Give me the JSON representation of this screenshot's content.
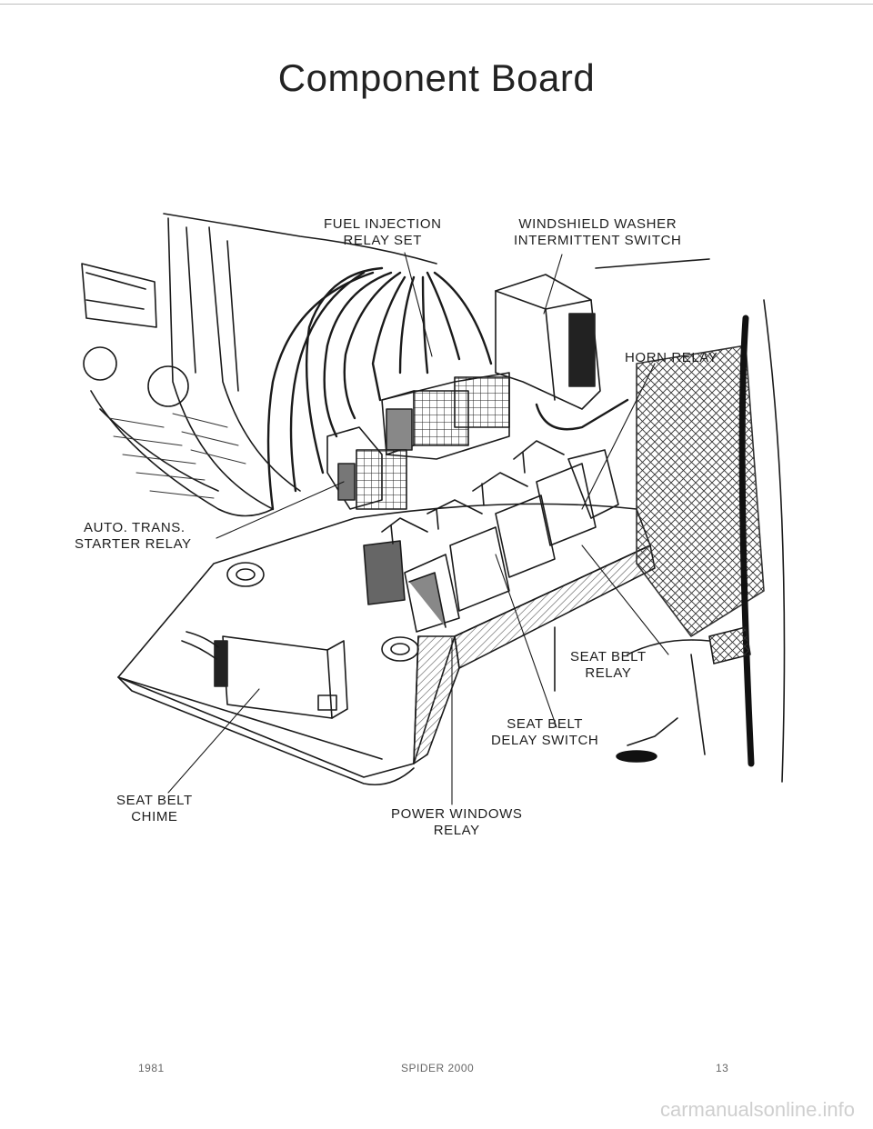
{
  "page": {
    "title": "Component Board"
  },
  "labels": {
    "fuel_injection": [
      "FUEL INJECTION",
      "RELAY SET"
    ],
    "windshield_washer": [
      "WINDSHIELD WASHER",
      "INTERMITTENT SWITCH"
    ],
    "horn_relay": [
      "HORN RELAY"
    ],
    "auto_trans": [
      "AUTO. TRANS.",
      "STARTER RELAY"
    ],
    "seat_belt_relay": [
      "SEAT BELT",
      "RELAY"
    ],
    "seat_belt_delay": [
      "SEAT BELT",
      "DELAY SWITCH"
    ],
    "seat_belt_chime": [
      "SEAT BELT",
      "CHIME"
    ],
    "power_windows": [
      "POWER WINDOWS",
      "RELAY"
    ]
  },
  "footer": {
    "year": "1981",
    "model": "SPIDER 2000",
    "page_number": "13"
  },
  "watermark": "carmanualsonline.info"
}
